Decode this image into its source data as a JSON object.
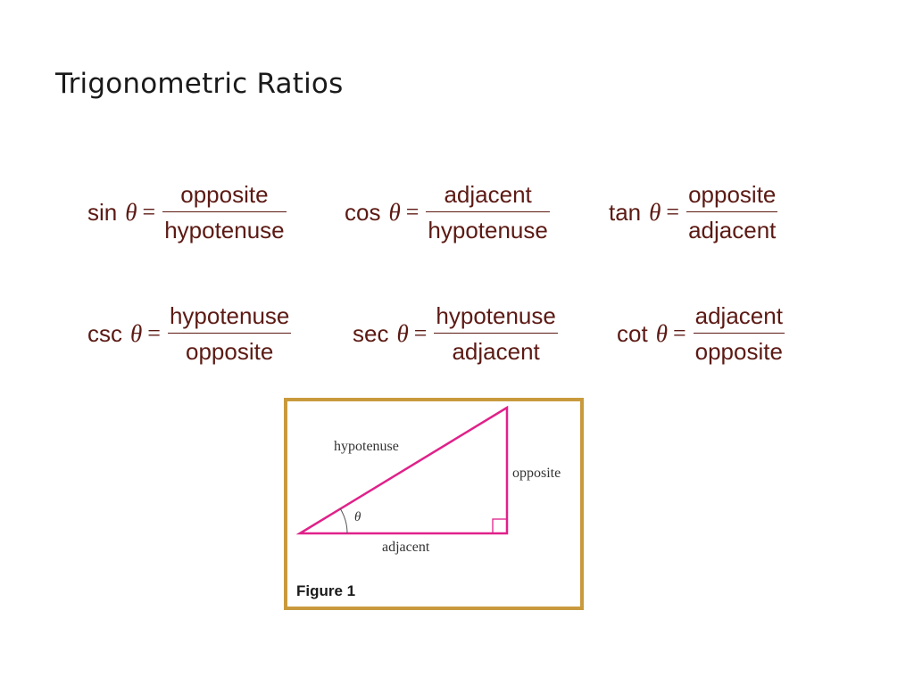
{
  "slide": {
    "title": "Trigonometric Ratios"
  },
  "formulas": [
    {
      "fn": "sin",
      "var": "θ",
      "eq": "=",
      "numerator": "opposite",
      "denominator": "hypotenuse"
    },
    {
      "fn": "cos",
      "var": "θ",
      "eq": "=",
      "numerator": "adjacent",
      "denominator": "hypotenuse"
    },
    {
      "fn": "tan",
      "var": "θ",
      "eq": "=",
      "numerator": "opposite",
      "denominator": "adjacent"
    },
    {
      "fn": "csc",
      "var": "θ",
      "eq": "=",
      "numerator": "hypotenuse",
      "denominator": "opposite"
    },
    {
      "fn": "sec",
      "var": "θ",
      "eq": "=",
      "numerator": "hypotenuse",
      "denominator": "adjacent"
    },
    {
      "fn": "cot",
      "var": "θ",
      "eq": "=",
      "numerator": "adjacent",
      "denominator": "opposite"
    }
  ],
  "figure": {
    "caption": "Figure 1",
    "labels": {
      "hypotenuse": "hypotenuse",
      "opposite": "opposite",
      "adjacent": "adjacent",
      "angle": "θ"
    },
    "colors": {
      "triangle": "#e0218a",
      "border": "#c99a3d",
      "formula_text": "#5c1a14"
    }
  }
}
